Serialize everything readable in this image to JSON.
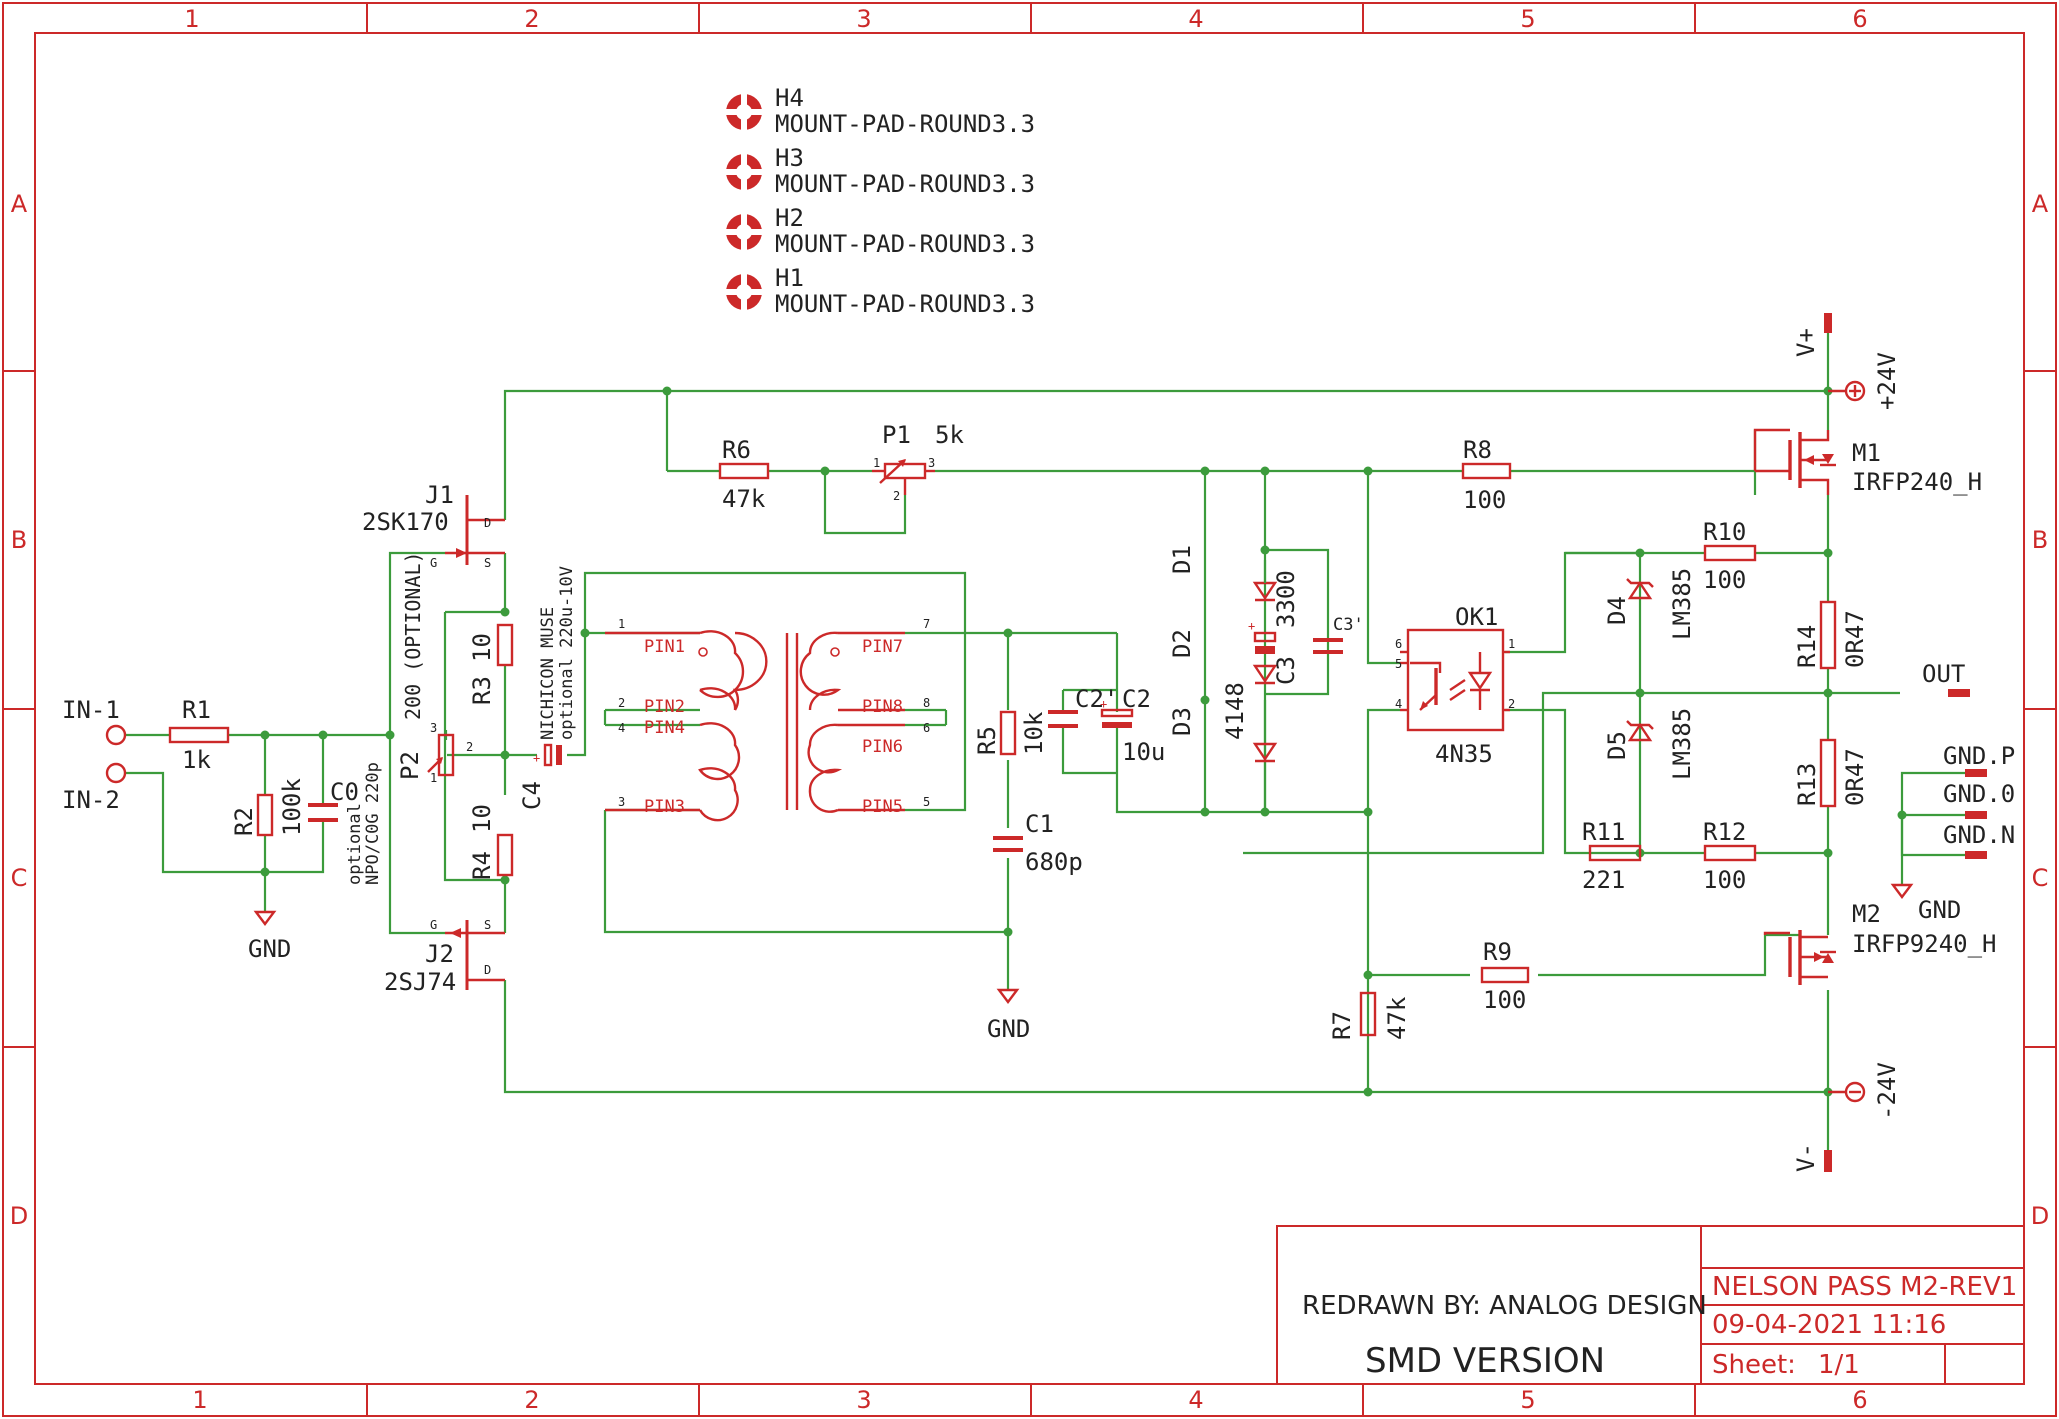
{
  "frame": {
    "columns": [
      "1",
      "2",
      "3",
      "4",
      "5",
      "6"
    ],
    "rows": [
      "A",
      "B",
      "C",
      "D"
    ]
  },
  "mounts": [
    {
      "name": "H4",
      "value": "MOUNT-PAD-ROUND3.3"
    },
    {
      "name": "H3",
      "value": "MOUNT-PAD-ROUND3.3"
    },
    {
      "name": "H2",
      "value": "MOUNT-PAD-ROUND3.3"
    },
    {
      "name": "H1",
      "value": "MOUNT-PAD-ROUND3.3"
    }
  ],
  "parts": {
    "r1": {
      "name": "R1",
      "value": "1k"
    },
    "r2": {
      "name": "R2",
      "value": "100k"
    },
    "c0": {
      "name": "C0",
      "value": "optional",
      "value2": "NPO/C0G 220p"
    },
    "p2": {
      "name": "P2",
      "value": "200 (OPTIONAL)"
    },
    "r3": {
      "name": "R3",
      "value": "10"
    },
    "r4": {
      "name": "R4",
      "value": "10"
    },
    "j1": {
      "name": "J1",
      "value": "2SK170"
    },
    "j2": {
      "name": "J2",
      "value": "2SJ74"
    },
    "c4": {
      "name": "C4",
      "value": "NICHICON MUSE",
      "value2": "optional 220u-10V"
    },
    "r6": {
      "name": "R6",
      "value": "47k"
    },
    "p1": {
      "name": "P1",
      "value": "5k"
    },
    "r5": {
      "name": "R5",
      "value": "10k"
    },
    "c1": {
      "name": "C1",
      "value": "680p"
    },
    "c2p": {
      "name": "C2'"
    },
    "c2": {
      "name": "C2",
      "value": "10u"
    },
    "d1": {
      "name": "D1"
    },
    "d2": {
      "name": "D2"
    },
    "d3": {
      "name": "D3"
    },
    "d123": {
      "value": "4148"
    },
    "c3": {
      "name": "C3",
      "value": "3300"
    },
    "c3p": {
      "name": "C3'"
    },
    "r8": {
      "name": "R8",
      "value": "100"
    },
    "ok1": {
      "name": "OK1",
      "value": "4N35"
    },
    "m1": {
      "name": "M1",
      "value": "IRFP240_H"
    },
    "m2": {
      "name": "M2",
      "value": "IRFP9240_H"
    },
    "r10": {
      "name": "R10",
      "value": "100"
    },
    "r11": {
      "name": "R11",
      "value": "221"
    },
    "r12": {
      "name": "R12",
      "value": "100"
    },
    "r13": {
      "name": "R13",
      "value": "0R47"
    },
    "r14": {
      "name": "R14",
      "value": "0R47"
    },
    "d4": {
      "name": "D4",
      "value": "LM385"
    },
    "d5": {
      "name": "D5",
      "value": "LM385"
    },
    "r7": {
      "name": "R7",
      "value": "47k"
    },
    "r9": {
      "name": "R9",
      "value": "100"
    }
  },
  "nets": {
    "in1": "IN-1",
    "in2": "IN-2",
    "gnd": "GND",
    "vplus": "V+",
    "vminus": "V-",
    "p24": "+24V",
    "n24": "-24V",
    "out": "OUT",
    "gndp": "GND.P",
    "gnd0": "GND.0",
    "gndn": "GND.N"
  },
  "pins": {
    "d": "D",
    "s": "S",
    "g": "G",
    "p1": "PIN1",
    "p2": "PIN2",
    "p3": "PIN3",
    "p4": "PIN4",
    "p5": "PIN5",
    "p6": "PIN6",
    "p7": "PIN7",
    "p8": "PIN8",
    "n1": "1",
    "n2": "2",
    "n3": "3",
    "n4": "4",
    "n5": "5",
    "n6": "6",
    "n7": "7",
    "n8": "8"
  },
  "title_block": {
    "redrawn": "REDRAWN BY: ANALOG DESIGN",
    "version": "SMD VERSION",
    "project": "NELSON PASS M2-REV1",
    "date": "09-04-2021 11:16",
    "sheet_label": "Sheet:",
    "sheet_value": "1/1"
  }
}
